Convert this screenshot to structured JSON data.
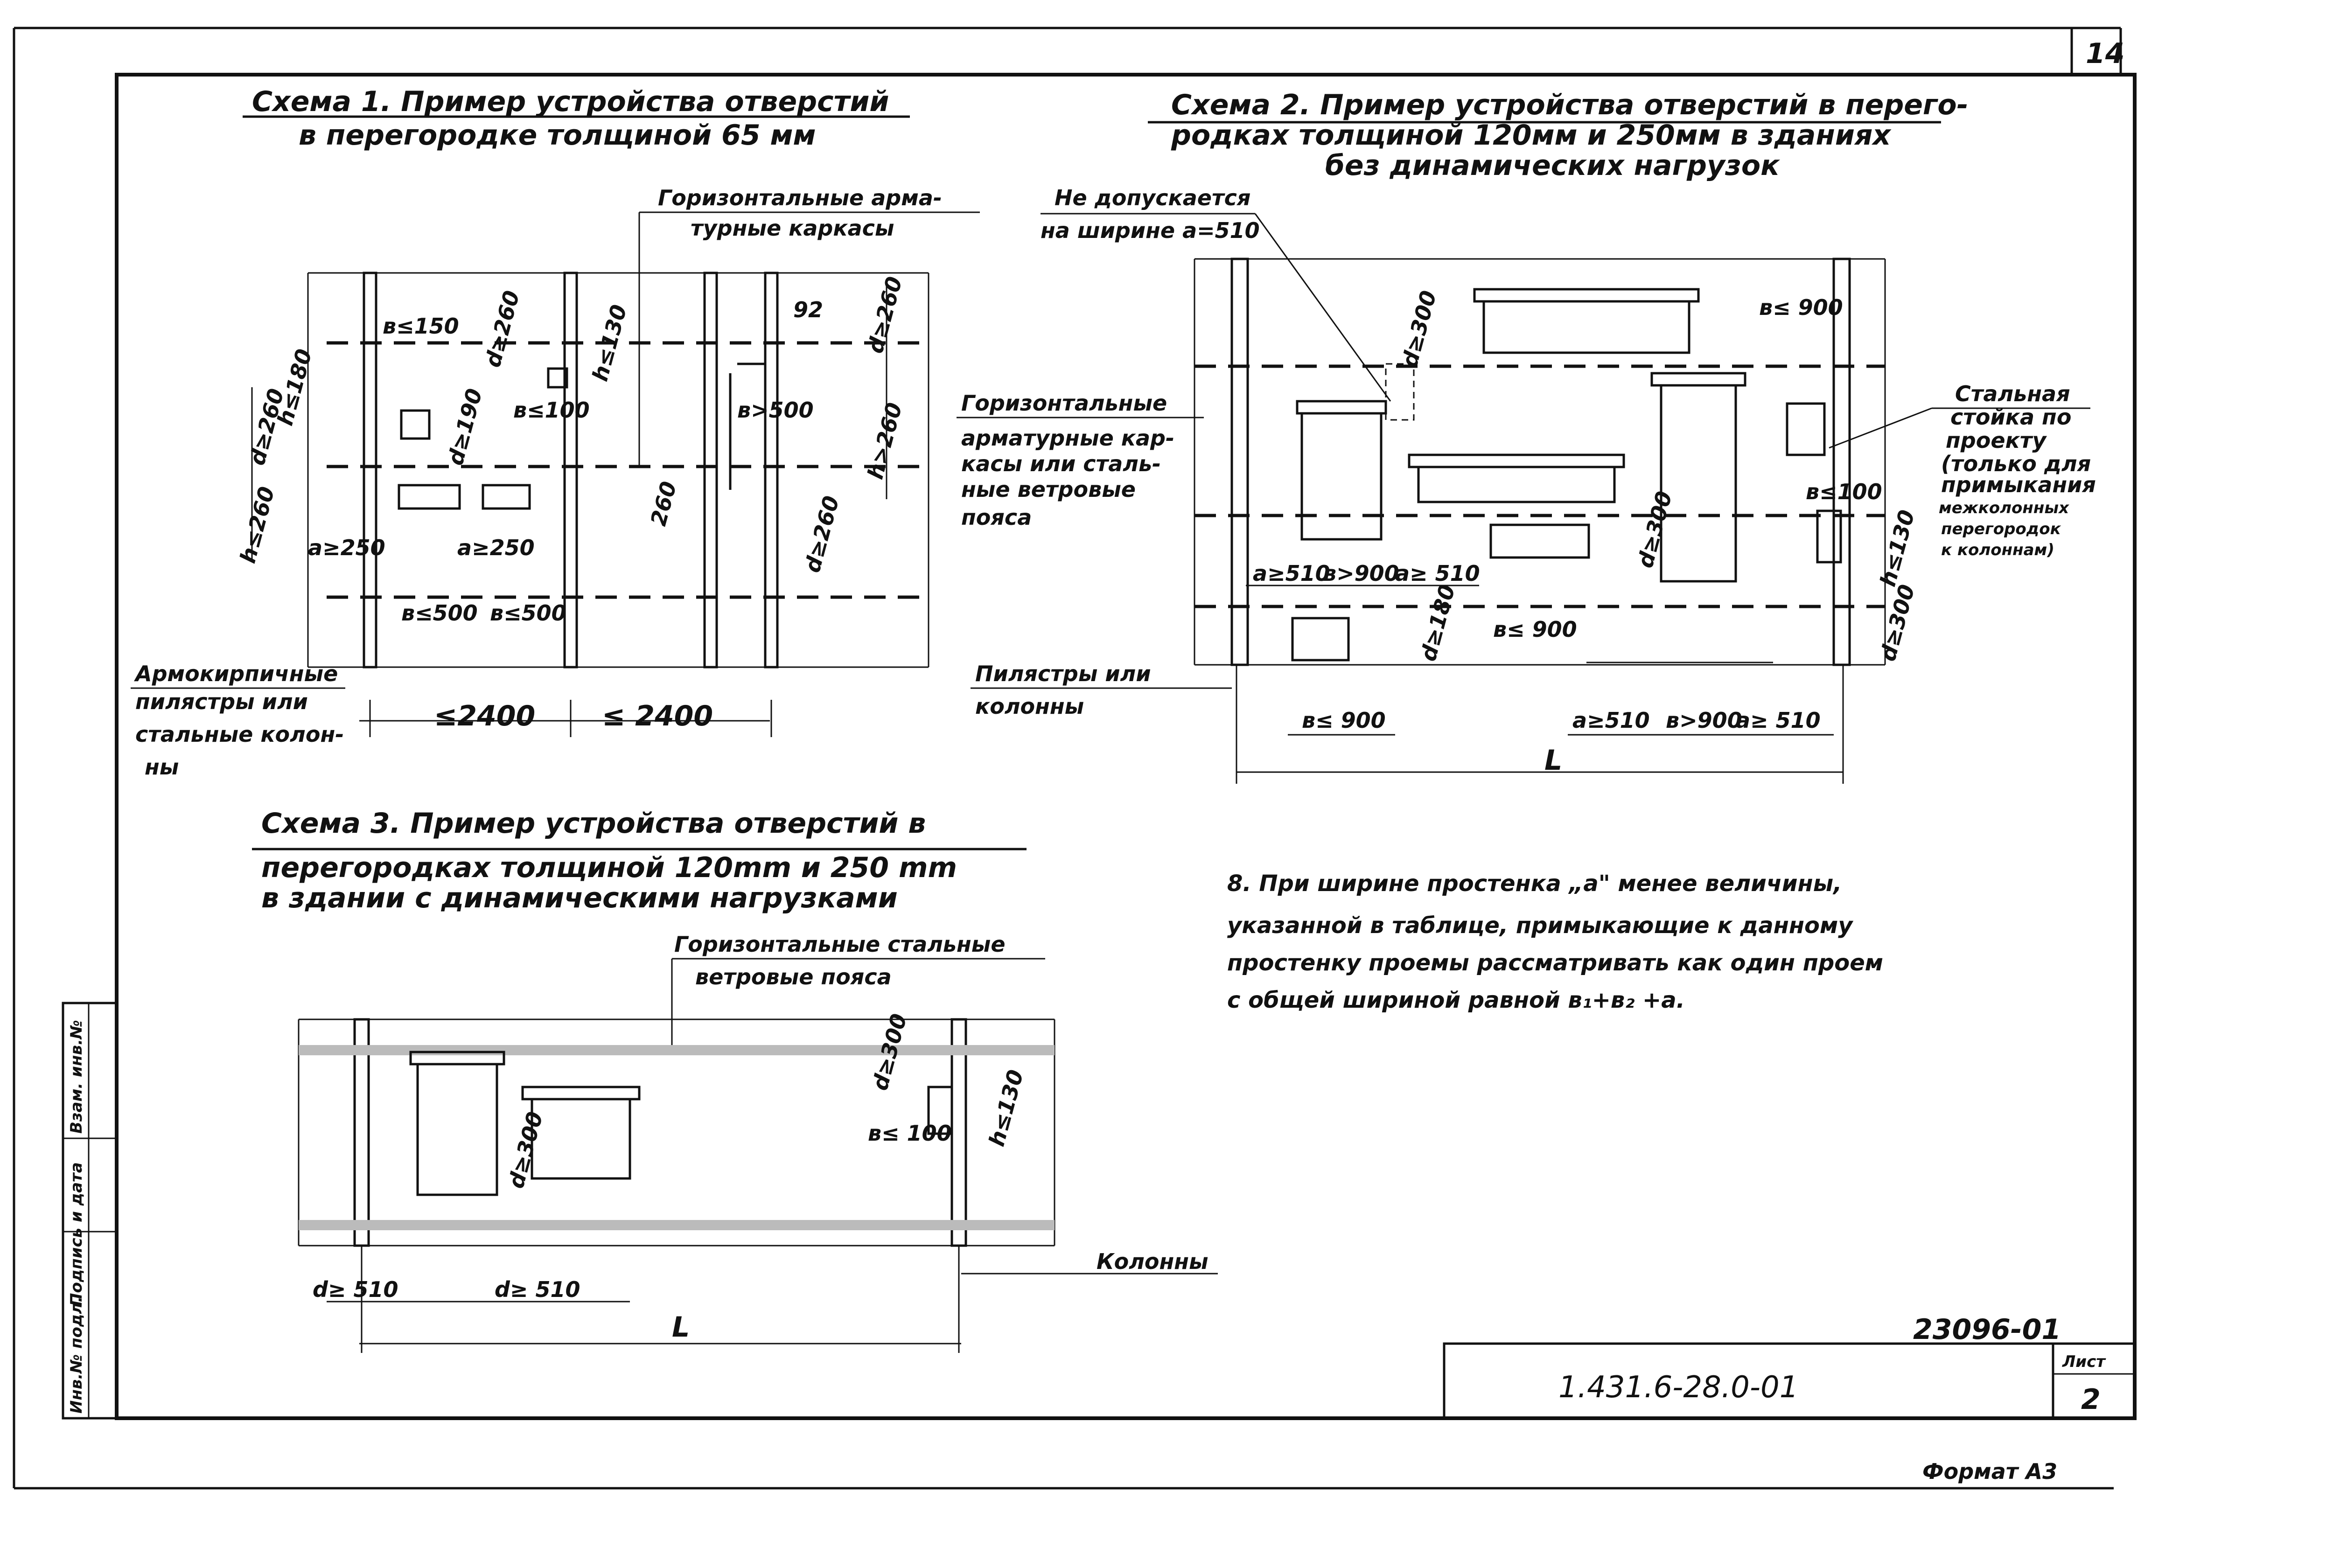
{
  "sheet": {
    "page_number": "14",
    "doc_code": "1.431.6-28.0-01",
    "inventory_number": "23096-01",
    "sheet_label": "Лист",
    "sheet_number": "2",
    "format": "Формат А3",
    "side_stamp": [
      "Инв.№ подл.",
      "Подпись и дата",
      "Взам. инв.№"
    ]
  },
  "scheme1": {
    "title_line1": "Схема 1. Пример устройства отверстий",
    "title_line2": "в перегородке толщиной 65 мм",
    "label_frames": [
      "Горизонтальные арма-",
      "турные каркасы"
    ],
    "label_pilasters": [
      "Армокирпичные",
      "пилястры или",
      "стальные колон-",
      "ны"
    ],
    "dims": {
      "b150": "в≤150",
      "d260_top": "d≥260",
      "h130": "h≤130",
      "b100": "в≤100",
      "d190": "d≥190",
      "h180": "h≤180",
      "d260_left": "d≥260",
      "h260_left": "h≤260",
      "a250_1": "a≥250",
      "a250_2": "a≥250",
      "b500_1": "в≤500",
      "b500_2": "в≤500",
      "d92": "92",
      "d260_right": "d≥260",
      "b500_right": "в>500",
      "h260_right": "h>260",
      "d260_mid": "260",
      "d260_low": "d≥260",
      "span1": "≤2400",
      "span2": "≤ 2400"
    }
  },
  "scheme2": {
    "title_line1": "Схема 2. Пример устройства отверстий в перего-",
    "title_line2": "родках толщиной 120мм и 250мм в зданиях",
    "title_line3": "без динамических нагрузок",
    "label_not_allowed": [
      "Не допускается",
      "на ширине a=510"
    ],
    "label_frames": [
      "Горизонтальные",
      "арматурные кар-",
      "касы или сталь-",
      "ные ветровые",
      "пояса"
    ],
    "label_pilasters": [
      "Пилястры или",
      "колонны"
    ],
    "label_steel_post": [
      "Стальная",
      "стойка по",
      "проекту",
      "(только для",
      "примыкания",
      "межколонных",
      "перегородок",
      "к колоннам)"
    ],
    "dims": {
      "d300_top": "d≥300",
      "b900_top": "в≤ 900",
      "b100": "в≤100",
      "h130": "h≤130",
      "d300_right": "d≥300",
      "d300_mid": "d≥300",
      "a510_1": "a≥510",
      "b900_a": "в>900",
      "a510_2": "a≥ 510",
      "d180": "d≥180",
      "b900_mid": "в≤ 900",
      "b900_low": "в≤ 900",
      "a510_3": "a≥510",
      "b900_b": "в>900",
      "a510_4": "a≥ 510",
      "L": "L"
    }
  },
  "scheme3": {
    "title_line1": "Схема 3. Пример устройства отверстий в",
    "title_line2": "перегородках толщиной 120mm и 250 mm",
    "title_line3": "в здании с динамическими нагрузками",
    "label_belts": [
      "Горизонтальные стальные",
      "ветровые пояса"
    ],
    "label_columns": "Колонны",
    "dims": {
      "d300_left": "d≥300",
      "d300_right": "d≥300",
      "b100": "в≤ 100",
      "h130": "h≤130",
      "d510_1": "d≥ 510",
      "d510_2": "d≥ 510",
      "L": "L"
    }
  },
  "note": {
    "lines": [
      "8. При ширине простенка „a\" менее величины,",
      "указанной в таблице, примыкающие к данному",
      "простенку проемы рассматривать как один проем",
      "с общей шириной равной в₁+в₂ +a."
    ]
  }
}
